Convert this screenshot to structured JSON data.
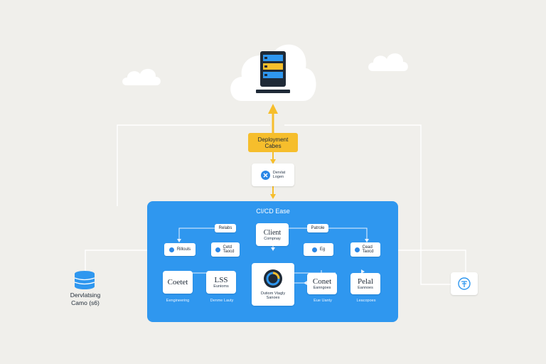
{
  "deploy_box": {
    "line1": "Deployment",
    "line2": "Cabes"
  },
  "registry": {
    "line1": "Dervlat",
    "line2": "Logen"
  },
  "panel": {
    "title": "CI/CD Ease"
  },
  "client": {
    "title": "Client",
    "subtitle": "Compnay"
  },
  "pills": {
    "top_left": "Relabs",
    "top_right": "Patrole",
    "mid_left": "Rillouls",
    "mid_left2": "Cetd Taocd",
    "mid_right": "Eg",
    "mid_right2": "Cead Taocd"
  },
  "nodes": {
    "contet_left": {
      "title": "Coetet",
      "caption": "Eengineering"
    },
    "lss": {
      "title": "LSS",
      "sub": "Eunioms",
      "caption": "Denme Lauty"
    },
    "center": {
      "caption": "Dutiom Vtagly Sanoes"
    },
    "contet_right": {
      "title": "Conet",
      "sub": "Eanngoes",
      "caption": "Eue Uanty"
    },
    "pelal": {
      "title": "Pelal",
      "sub": "Eannoes",
      "caption": "Leacopoes"
    }
  },
  "database": {
    "line1": "Dervlatsing",
    "line2": "Camo (s6)"
  },
  "colors": {
    "accent_blue": "#2f97ef",
    "arrow_yellow": "#f6be2c",
    "background": "#f0efeb"
  }
}
